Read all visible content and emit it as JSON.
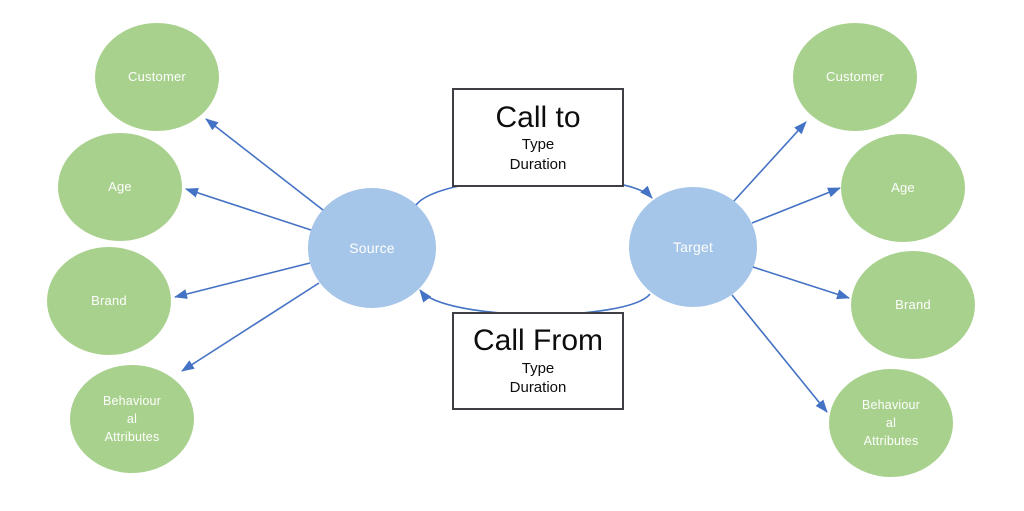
{
  "colors": {
    "background": "#FFFFFF",
    "node_green": "#A9D18E",
    "node_blue": "#A6C6E9",
    "node_text": "#FDFEFC",
    "arrow": "#4472C4",
    "box_border": "#3F3F46",
    "box_text": "#0D0D0D"
  },
  "nodes": {
    "source": {
      "label": "Source"
    },
    "target": {
      "label": "Target"
    }
  },
  "relationships": {
    "call_to": {
      "title": "Call to",
      "attr1": "Type",
      "attr2": "Duration"
    },
    "call_from": {
      "title": "Call From",
      "attr1": "Type",
      "attr2": "Duration"
    }
  },
  "left_attributes": [
    {
      "label": "Customer"
    },
    {
      "label": "Age"
    },
    {
      "label": "Brand"
    },
    {
      "label": "Behaviour\nal\nAttributes"
    }
  ],
  "right_attributes": [
    {
      "label": "Customer"
    },
    {
      "label": "Age"
    },
    {
      "label": "Brand"
    },
    {
      "label": "Behaviour\nal\nAttributes"
    }
  ]
}
